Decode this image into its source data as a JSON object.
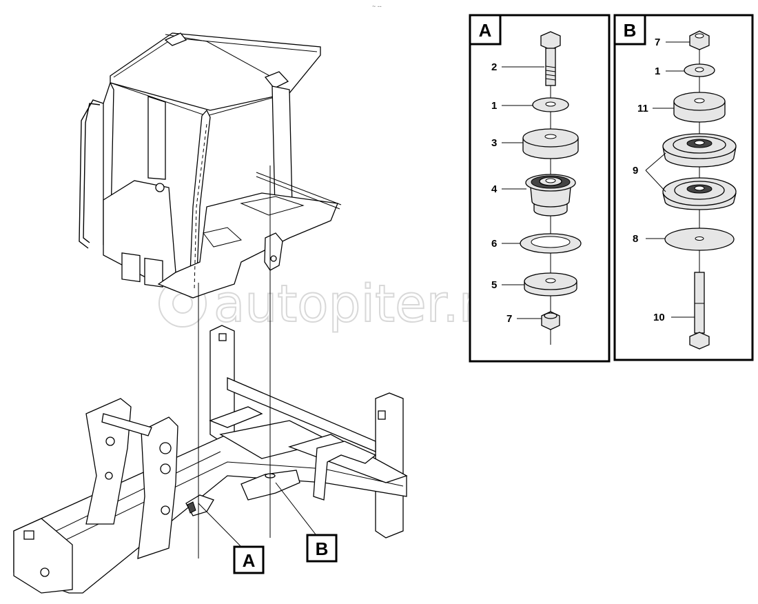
{
  "watermark": "autopiter.ru",
  "top_mark": "~ --",
  "callouts": {
    "a": "A",
    "b": "B"
  },
  "panel_a": {
    "title": "A",
    "labels": [
      {
        "id": "a-2",
        "text": "2"
      },
      {
        "id": "a-1",
        "text": "1"
      },
      {
        "id": "a-3",
        "text": "3"
      },
      {
        "id": "a-4",
        "text": "4"
      },
      {
        "id": "a-6",
        "text": "6"
      },
      {
        "id": "a-5",
        "text": "5"
      },
      {
        "id": "a-7",
        "text": "7"
      }
    ]
  },
  "panel_b": {
    "title": "B",
    "labels": [
      {
        "id": "b-7",
        "text": "7"
      },
      {
        "id": "b-1",
        "text": "1"
      },
      {
        "id": "b-11",
        "text": "11"
      },
      {
        "id": "b-9",
        "text": "9"
      },
      {
        "id": "b-8",
        "text": "8"
      },
      {
        "id": "b-10",
        "text": "10"
      }
    ]
  }
}
